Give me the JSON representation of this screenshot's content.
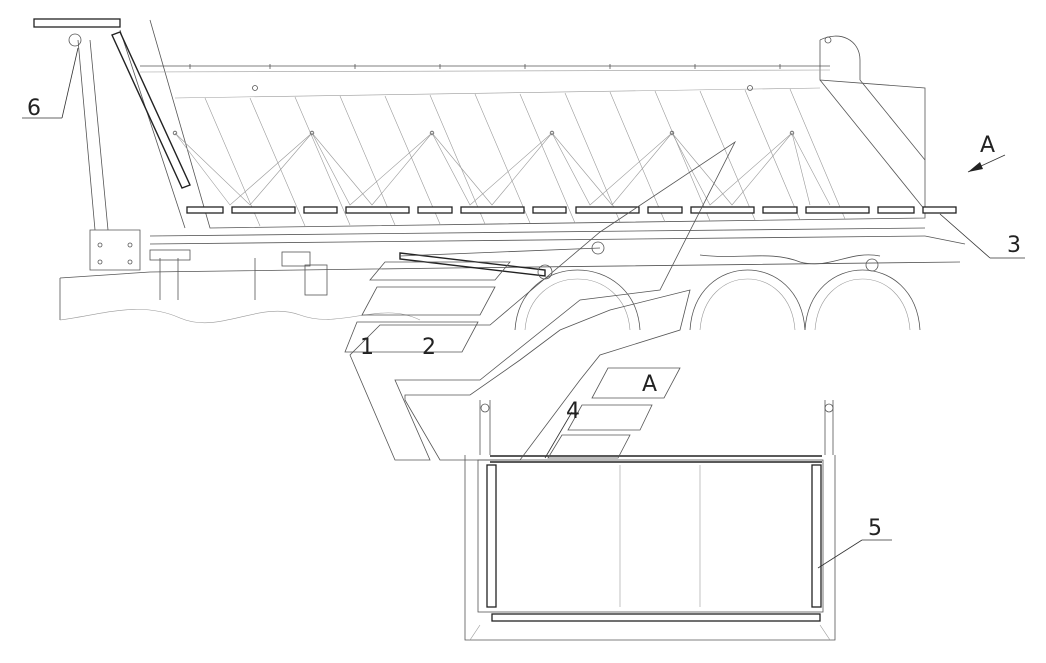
{
  "callouts": [
    {
      "id": "1",
      "text": "1"
    },
    {
      "id": "2",
      "text": "2"
    },
    {
      "id": "3",
      "text": "3"
    },
    {
      "id": "4",
      "text": "4"
    },
    {
      "id": "5",
      "text": "5"
    },
    {
      "id": "6",
      "text": "6"
    }
  ],
  "view_marker": {
    "arrow_label": "A",
    "detail_label": "A"
  }
}
